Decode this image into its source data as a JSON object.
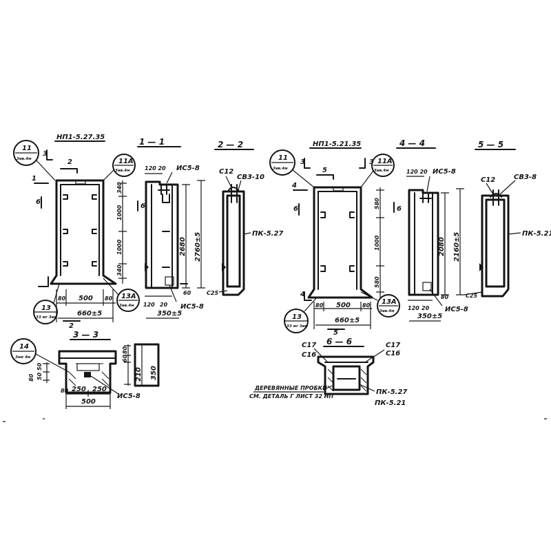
{
  "titles": {
    "panel_a": "НП1-5.27.35",
    "panel_b": "НП1-5.21.35",
    "sec_1": "1 — 1",
    "sec_2": "2 — 2",
    "sec_3": "3 — 3",
    "sec_4": "4 — 4",
    "sec_5": "5 — 5",
    "sec_6": "6 — 6"
  },
  "callouts": {
    "a_11": "11",
    "a_11_sub": "3ив.4м",
    "a_11a": "11А",
    "a_11a_sub": "3ив.4м",
    "a_13": "13",
    "a_13_sub": "33 мг 3им",
    "a_13a": "13А",
    "a_13a_sub": "3ив.4м",
    "a_14": "14",
    "a_14_sub": "3ем 4м",
    "b_11": "11",
    "b_11_sub": "3ив.4м",
    "b_11a": "11А",
    "b_11a_sub": "3ив.4м",
    "b_13": "13",
    "b_13_sub": "33 мг 3им",
    "b_13a": "13А",
    "b_13a_sub": "3ив.4м"
  },
  "section_marks": {
    "a_1": "1",
    "a_2": "2",
    "a_3": "3",
    "a_6": "6",
    "a_6r": "6",
    "b_4": "4",
    "b_5": "5",
    "b_3": "3",
    "b_6": "6",
    "b_6r": "6"
  },
  "dims_a": {
    "d80_l": "80",
    "d500": "500",
    "d80_r": "80",
    "d660": "660±5",
    "v340_t": "340",
    "v1000_t": "1000",
    "v1000_b": "1000",
    "v340_b": "340",
    "d120_20": "120 20",
    "d20": "20",
    "d20b": "20",
    "d120b": "120",
    "d350": "350±5",
    "v2680": "2680",
    "v2760": "2760±5",
    "v60": "60",
    "c25": "С25"
  },
  "dims_b": {
    "d80_l": "80",
    "d500": "500",
    "d80_r": "80",
    "d660": "660±5",
    "v580_t": "580",
    "v1000": "1000",
    "v580_b": "580",
    "d120_20": "120 20",
    "d20": "20",
    "d120b": "120",
    "d20b": "20",
    "d350": "350±5",
    "v2080": "2080",
    "v2160": "2160±5",
    "v80": "80",
    "c25": "С25"
  },
  "dims_3": {
    "v50": "50",
    "v50b": "50",
    "v80": "80",
    "d80": "80",
    "d250_l": "250",
    "d250_r": "250",
    "d500": "500",
    "v80r": "80",
    "v60r": "60",
    "v210": "210",
    "v350": "350"
  },
  "labels": {
    "ics5_8_a": "ИС5-8",
    "ics5_8_a2": "ИС5-8",
    "c12_a": "С12",
    "cb3_10": "СВ3-10",
    "pk_527_a": "ПК-5.27",
    "ics5_8_b": "ИС5-8",
    "ics5_8_b2": "ИС5-8",
    "c12_b": "С12",
    "cb3_8": "СВ3-8",
    "pk_521_b": "ПК-5.21",
    "ics5_8_s3": "ИС5-8",
    "c17_l": "С17",
    "c16_l": "С16",
    "c17_r": "С17",
    "c16_r": "С16",
    "pk_527_s6": "ПК-5.27",
    "pk_521_s6": "ПК-5.21",
    "wood_1": "ДЕРЕВЯННЫЕ ПРОБКИ",
    "wood_2": "СМ. ДЕТАЛЬ Г ЛИСТ 32 НП"
  },
  "colors": {
    "ink": "#141414",
    "paper": "#ffffff"
  }
}
